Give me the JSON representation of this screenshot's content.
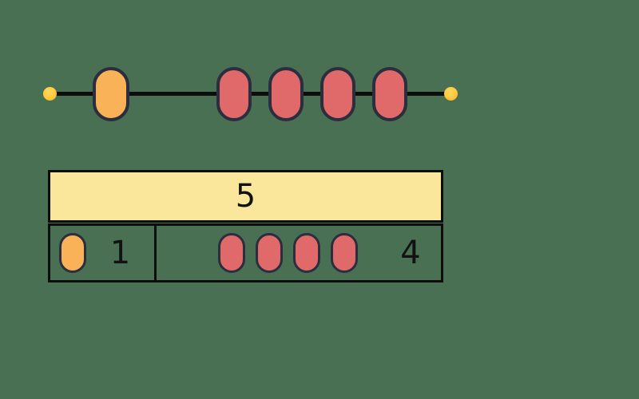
{
  "colors": {
    "background": "#4A7053",
    "line": "#0D0D0D",
    "bead-outline": "#2B2E3F",
    "bead-orange": "#F9B257",
    "bead-red": "#E06A6A",
    "end-dot": "#FFC93C",
    "end-dot-edge": "#F2A72E",
    "bar-yellow": "#FBE79B",
    "bar-border": "#0D0D0D",
    "digit": "#121212"
  },
  "bead_string": {
    "orange_beads": 1,
    "red_beads": 4
  },
  "bar_model": {
    "whole": {
      "label": "5"
    },
    "parts": [
      {
        "label": "1",
        "beads": 1,
        "bead_color": "orange"
      },
      {
        "label": "4",
        "beads": 4,
        "bead_color": "red"
      }
    ]
  }
}
